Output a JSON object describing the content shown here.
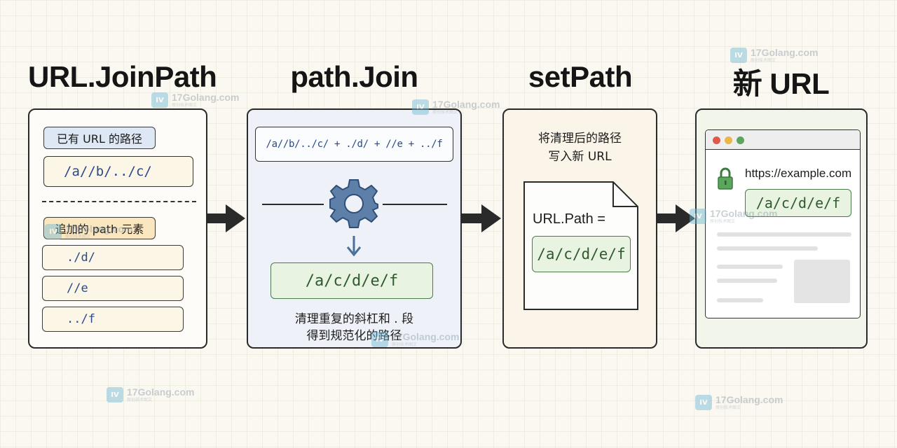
{
  "titles": {
    "joinpath": "URL.JoinPath",
    "pathjoin": "path.Join",
    "setpath": "setPath",
    "newurl": "新 URL"
  },
  "panel1": {
    "existing_label": "已有 URL 的路径",
    "existing_path": "/a//b/../c/",
    "appended_label": "追加的 path 元素",
    "elements": [
      "./d/",
      "//e",
      "../f"
    ]
  },
  "panel2": {
    "input_expr": "/a//b/../c/ + ./d/ + //e + ../f",
    "result": "/a/c/d/e/f",
    "caption_line1": "清理重复的斜杠和 . 段",
    "caption_line2": "得到规范化的路径"
  },
  "panel3": {
    "caption_line1": "将清理后的路径",
    "caption_line2": "写入新 URL",
    "field_label": "URL.Path =",
    "field_value": "/a/c/d/e/f"
  },
  "panel4": {
    "url": "https://example.com",
    "path": "/a/c/d/e/f"
  },
  "watermark": {
    "name": "17Golang.com",
    "sub": "原创技术图文"
  },
  "colors": {
    "panel1_bg": "#fdfcf8",
    "panel2_bg": "#eef2f8",
    "panel3_bg": "#fbf4e9",
    "panel4_bg": "#f1f5ea",
    "code_blue": "#2b4a8a",
    "green_text": "#2e5a2e",
    "green_fill": "#e9f3e1",
    "gear": "#5d7fa8"
  }
}
